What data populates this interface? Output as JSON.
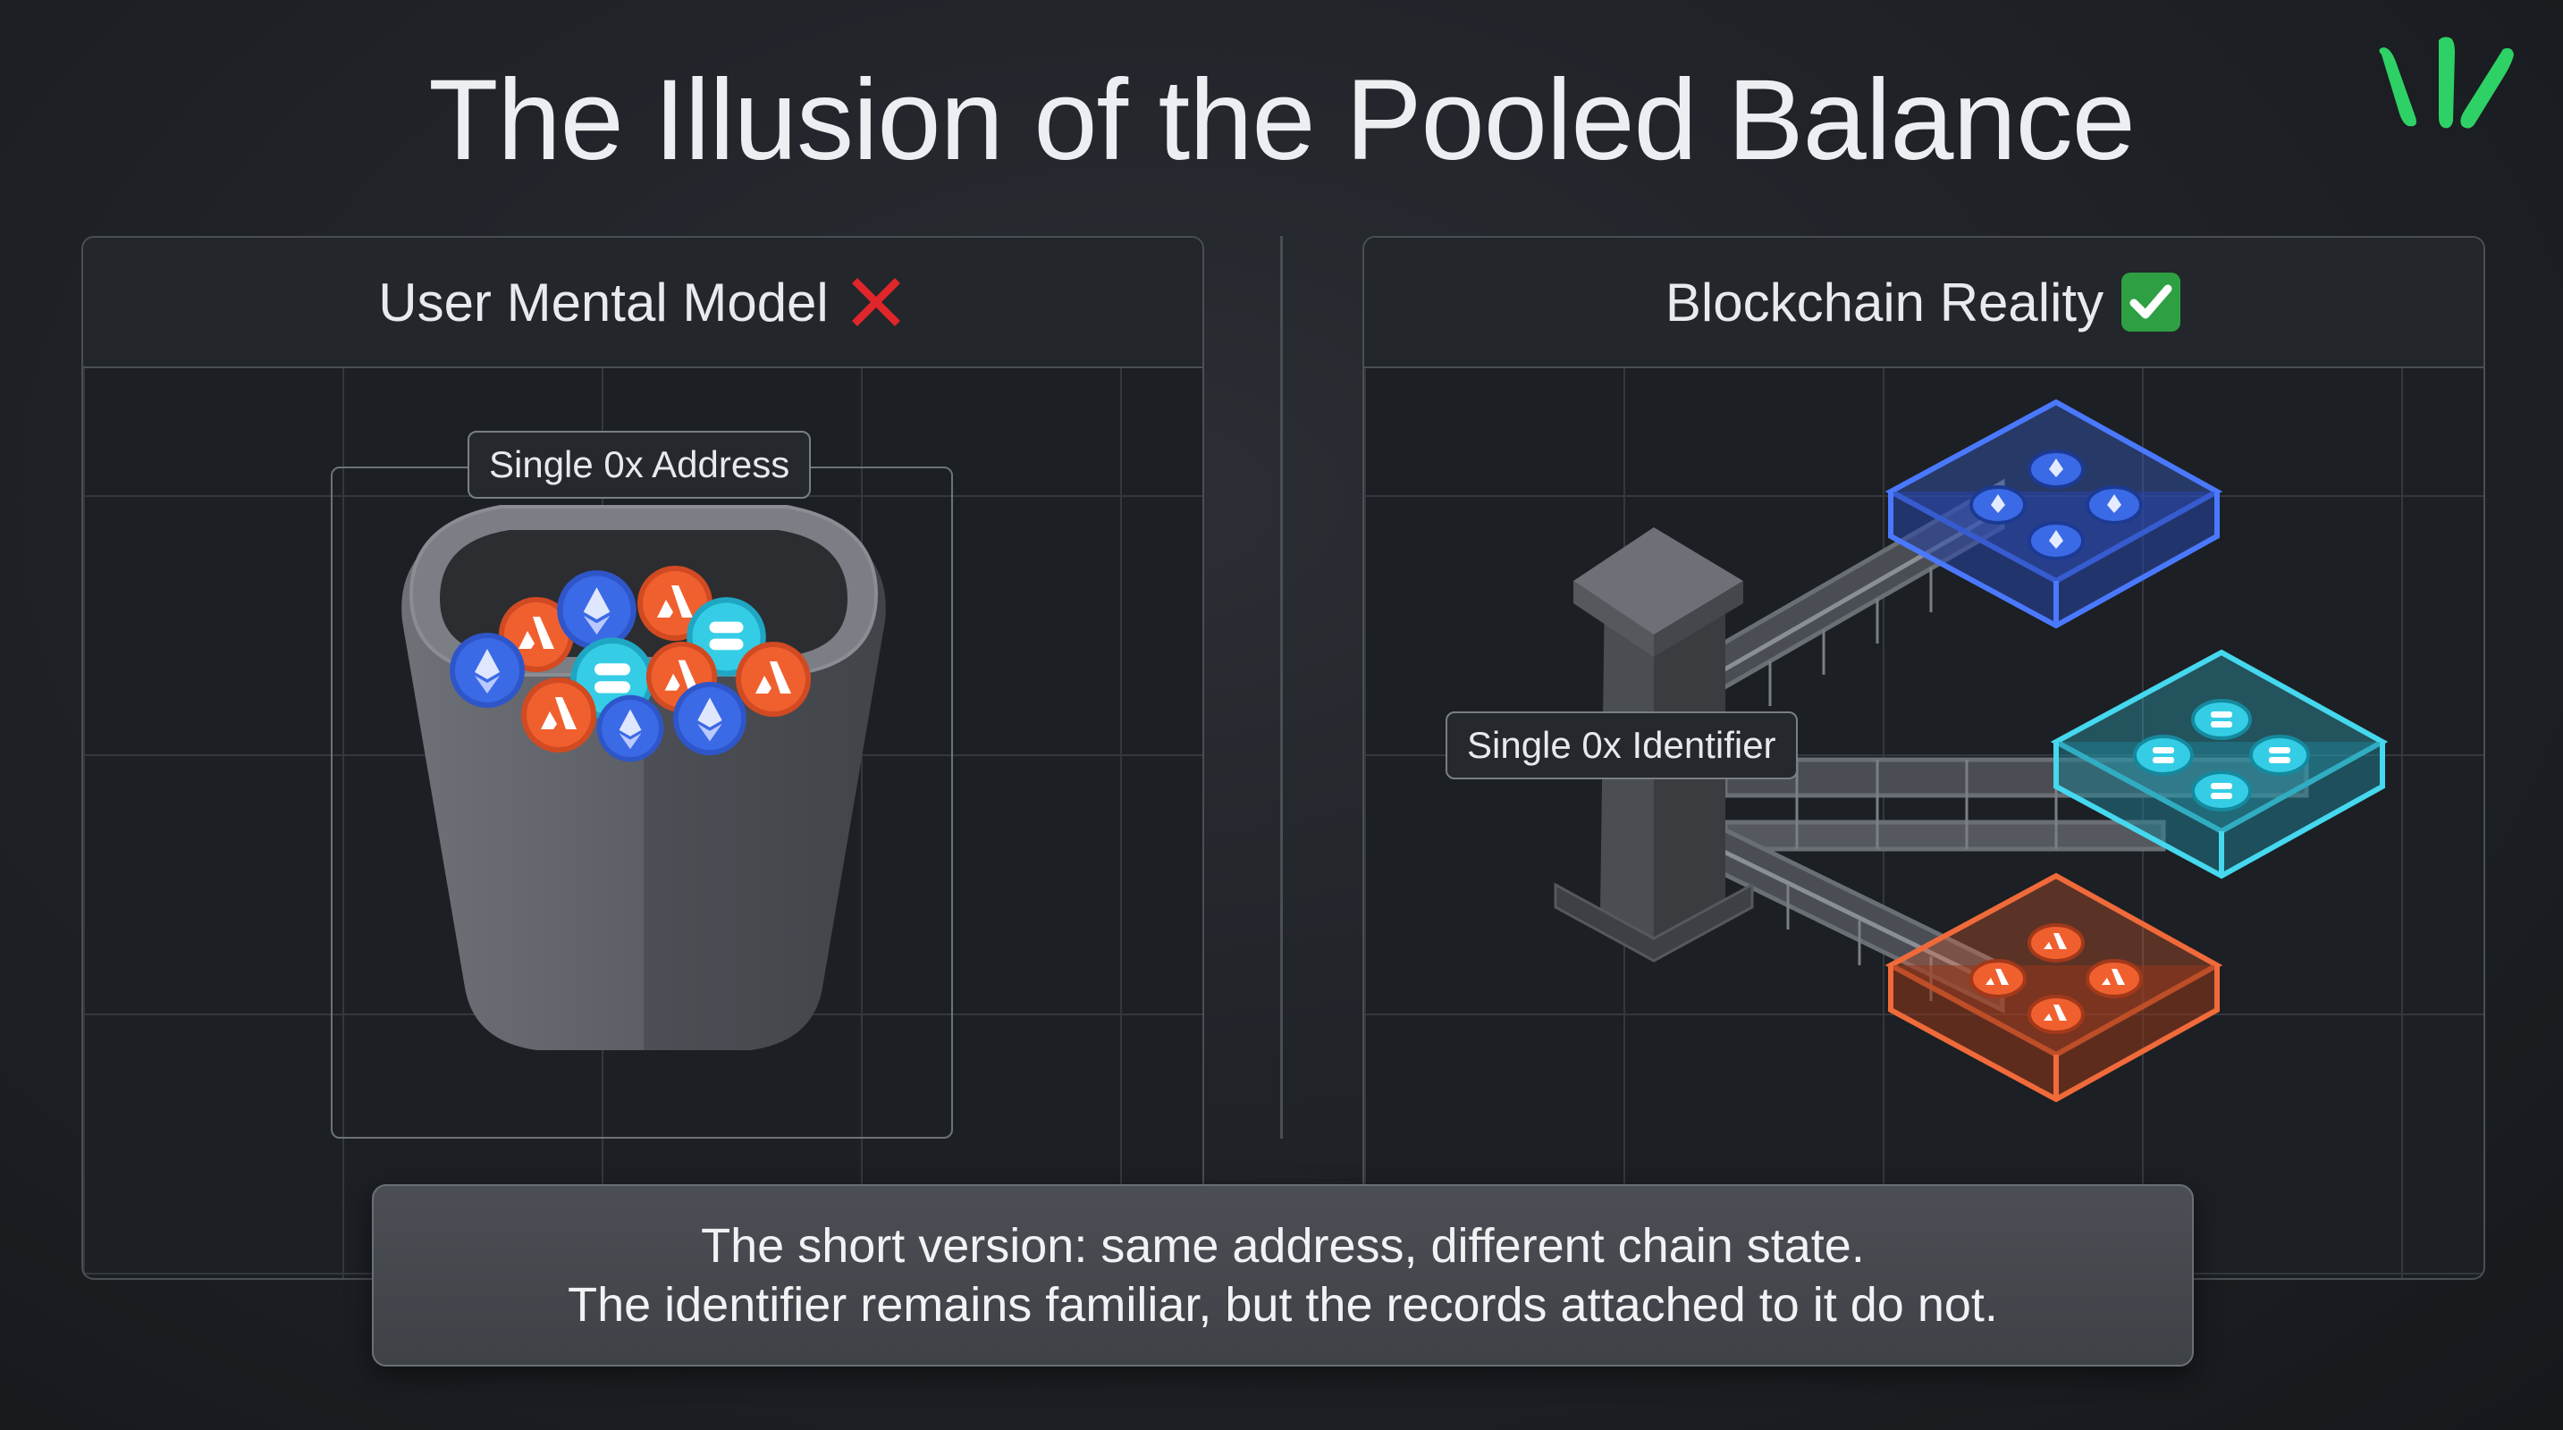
{
  "title": "The Illusion of the Pooled Balance",
  "left_panel": {
    "title": "User Mental Model",
    "status_icon": "red-cross-icon",
    "label": "Single 0x Address"
  },
  "right_panel": {
    "title": "Blockchain Reality",
    "status_icon": "green-check-icon",
    "label": "Single 0x Identifier"
  },
  "caption": {
    "line1": "The short version: same address, different chain state.",
    "line2": "The identifier remains familiar, but the records attached to it do not."
  },
  "colors": {
    "background": "#1e2126",
    "ethereum": "#3b63e0",
    "teal_token": "#2fc6e0",
    "orange_token": "#f05a2c",
    "cross": "#e0262a",
    "check": "#2ea043",
    "logo": "#2ed165"
  }
}
